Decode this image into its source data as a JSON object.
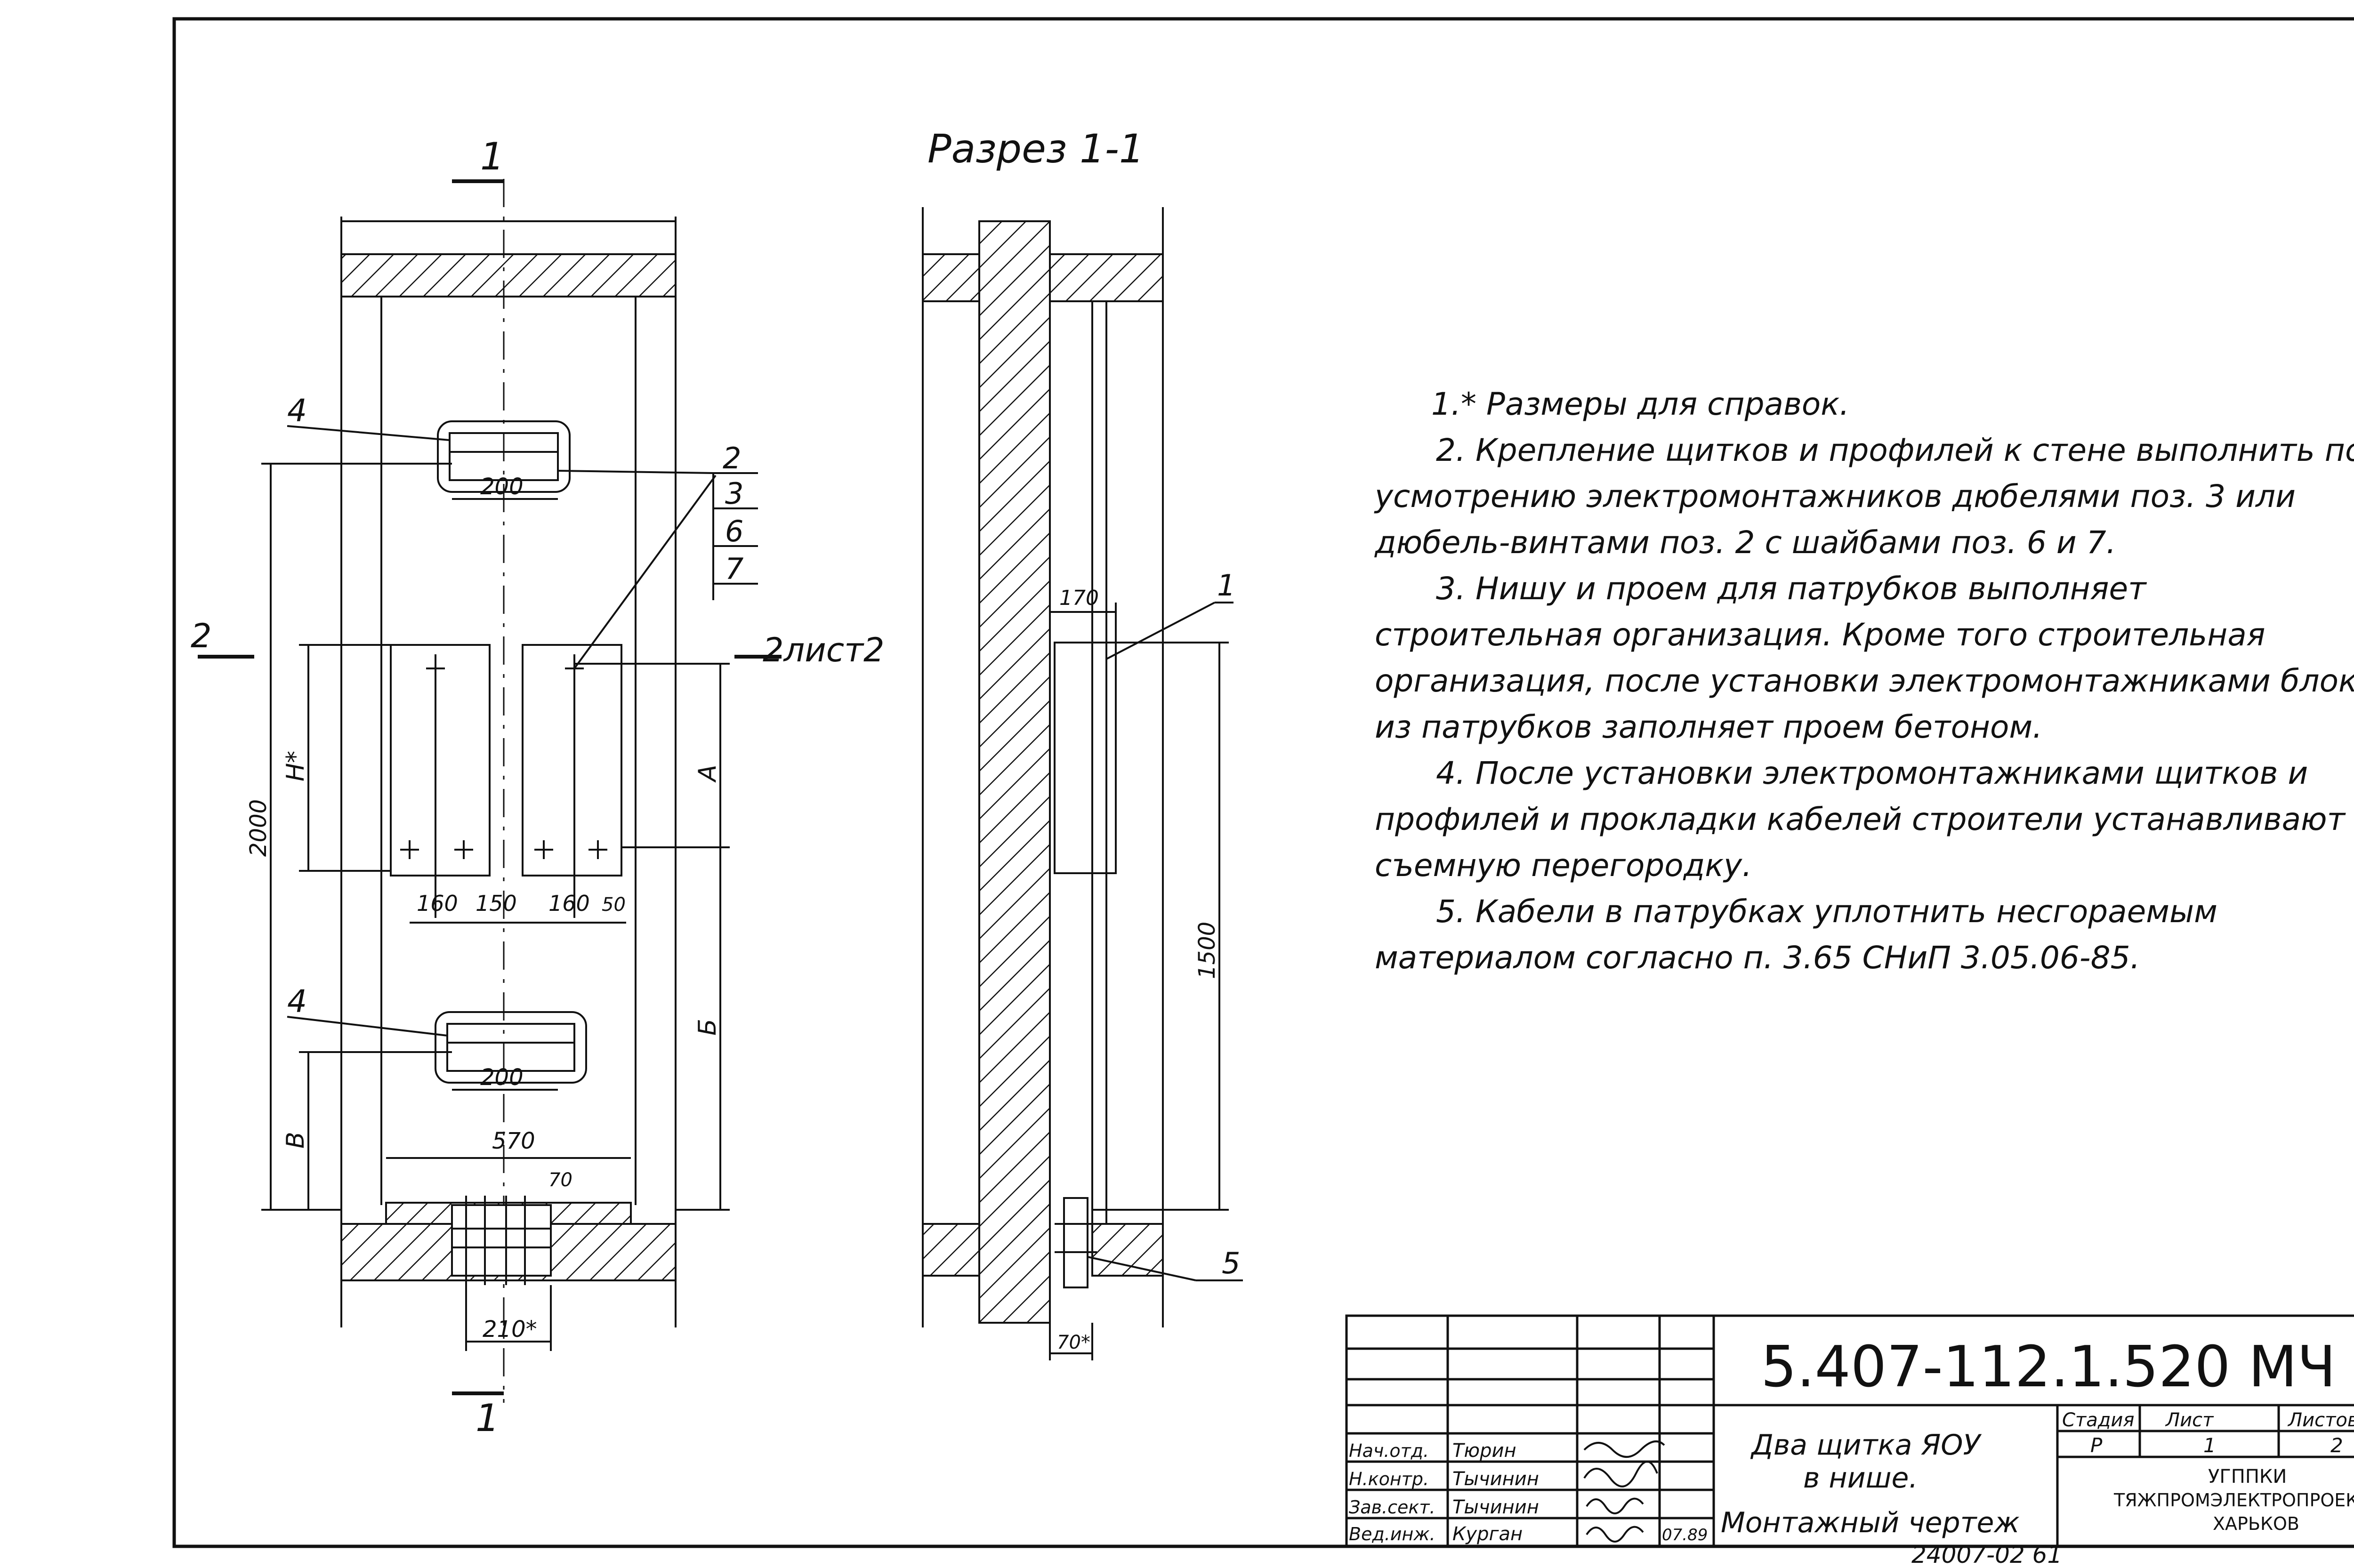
{
  "section_title": "Разрез 1-1",
  "section_marks": {
    "cut": "1",
    "view2_left": "2",
    "view2_right": "2лист2"
  },
  "positions": {
    "p1": "1",
    "p2": "2",
    "p3": "3",
    "p4": "4",
    "p5": "5",
    "p6": "6",
    "p7": "7"
  },
  "dimensions": {
    "d200_top": "200",
    "d200_bottom": "200",
    "d160_a": "160",
    "d150": "150",
    "d160_b": "160",
    "d50": "50",
    "d570": "570",
    "d70": "70",
    "d210": "210*",
    "d2000": "2000",
    "dH": "H*",
    "dA": "А",
    "dB_cyr": "Б",
    "dB_lat": "В",
    "d170": "170",
    "d1500": "1500",
    "d70s": "70*"
  },
  "notes": [
    "1.* Размеры для справок.",
    "2. Крепление щитков и профилей к стене выполнить по усмотрению электромонтажников дюбелями поз. 3 или дюбель-винтами поз. 2 с шайбами поз. 6 и 7.",
    "3. Нишу и проем для патрубков выполняет строительная организация. Кроме того строительная организация, после установки электромонтажниками блока из патрубков заполняет проем бетоном.",
    "4. После установки электромонтажниками щитков и профилей и прокладки кабелей строители устанавливают съемную перегородку.",
    "5. Кабели в патрубках уплотнить несгораемым материалом согласно п. 3.65 СНиП 3.05.06-85."
  ],
  "title_block": {
    "code": "5.407-112.1.520 МЧ",
    "title_l1": "Два щитка ЯОУ",
    "title_l2": "в нише.",
    "title_l3": "Монтажный чертеж",
    "stage_h": "Стадия",
    "sheet_h": "Лист",
    "sheets_h": "Листов",
    "stage": "Р",
    "sheet": "1",
    "sheets": "2",
    "org_l1": "УГППКИ",
    "org_l2": "ТЯЖПРОМЭЛЕКТРОПРОЕКТ",
    "org_l3": "ХАРЬКОВ",
    "rows": [
      {
        "role": "Нач.отд.",
        "name": "Тюрин"
      },
      {
        "role": "Н.контр.",
        "name": "Тычинин"
      },
      {
        "role": "Зав.сект.",
        "name": "Тычинин"
      },
      {
        "role": "Вед.инж.",
        "name": "Курган"
      }
    ],
    "date": "07.89"
  },
  "archive_no": "24007-02 61"
}
